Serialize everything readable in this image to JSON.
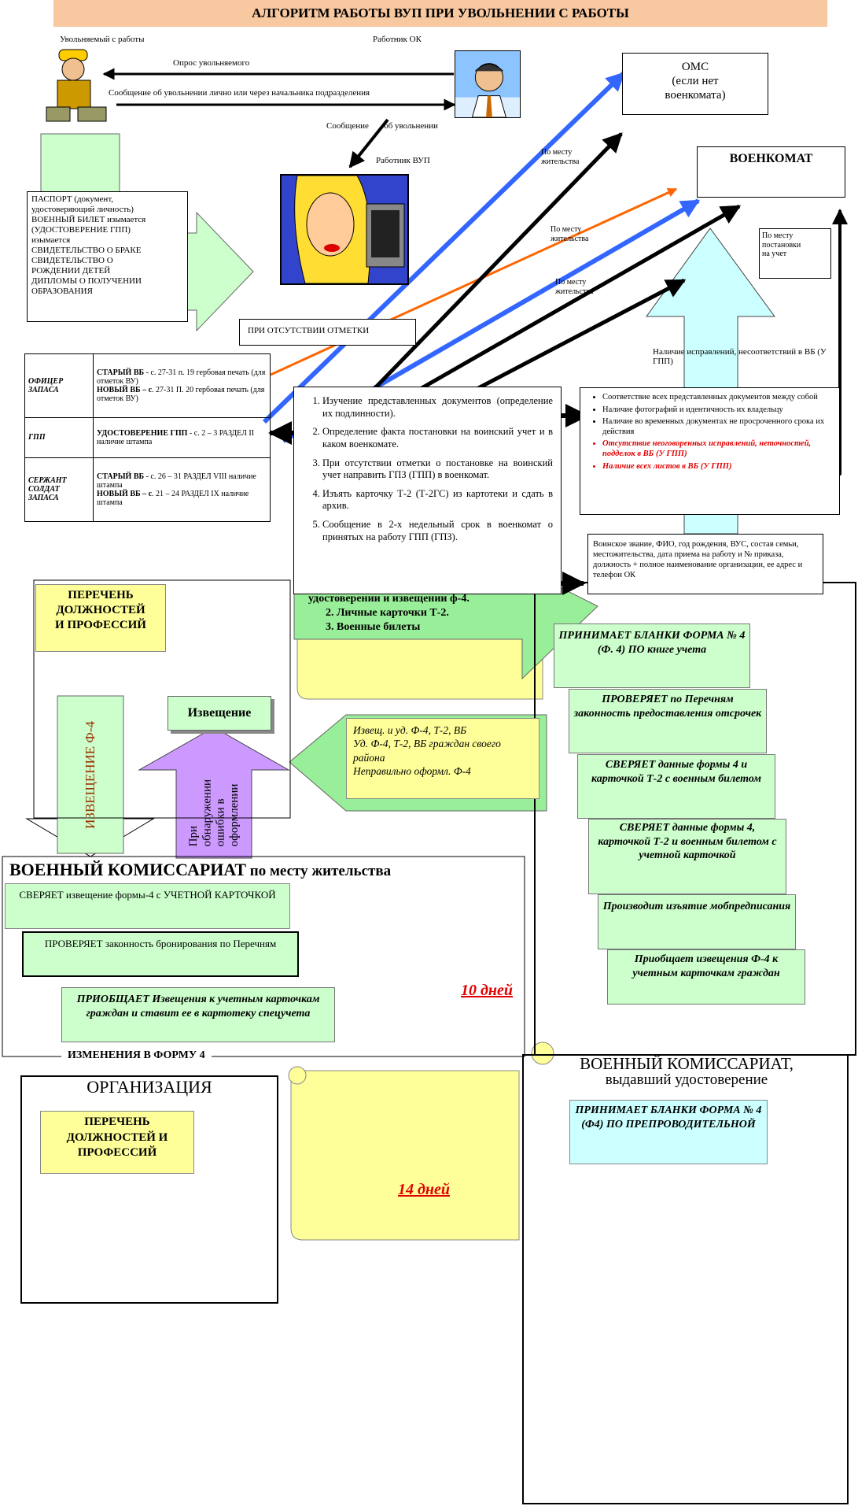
{
  "title": "АЛГОРИТМ РАБОТЫ  ВУП ПРИ УВОЛЬНЕНИИ С РАБОТЫ",
  "actors": {
    "dismissed": "Увольняемый с работы",
    "hr_worker": "Работник ОК",
    "vup_worker": "Работник ВУП"
  },
  "flows": {
    "survey": "Опрос увольняемого",
    "notice_dismissal": "Сообщение об увольнении лично или через начальника подразделения",
    "notice_to_vup": "Сообщение       об увольнении"
  },
  "destinations": {
    "oms": "ОМС\n(если нет\nвоенкомата)",
    "voenkomat": "ВОЕНКОМАТ",
    "by_residence_1": "По месту\nжительства",
    "by_residence_2": "По месту\nжительства",
    "by_residence_3": "По месту\nжительства",
    "by_registration": "По месту\nпостановки\nна учет"
  },
  "documents_box": "ПАСПОРТ (документ,\nудостоверяющий личность)\nВОЕННЫЙ БИЛЕТ изымается\n(УДОСТОВЕРЕНИЕ ГПП)\nизымается\nСВИДЕТЕЛЬСТВО О БРАКЕ\nСВИДЕТЕЛЬСТВО О\nРОЖДЕНИИ ДЕТЕЙ\nДИПЛОМЫ О ПОЛУЧЕНИИ\nОБРАЗОВАНИЯ",
  "no_mark": "ПРИ ОТСУТСТВИИ ОТМЕТКИ",
  "ranks": [
    {
      "cat": "ОФИЦЕР\nЗАПАСА",
      "b1": "СТАРЫЙ ВБ",
      "t1": "  - с. 27-31 п. 19 гербовая печать (для отметок ВУ)",
      "b2": "НОВЫЙ ВБ – с",
      "t2": ". 27-31 П. 20 гербовая печать (для отметок ВУ)"
    },
    {
      "cat": "ГПП",
      "b1": "УДОСТОВЕРЕНИЕ ГПП",
      "t1": " - с. 2 – 3 РАЗДЕЛ II наличие штампа",
      "b2": "",
      "t2": ""
    },
    {
      "cat": "СЕРЖАНТ\nСОЛДАТ\nЗАПАСА",
      "b1": "СТАРЫЙ ВБ",
      "t1": "  - с. 26 – 31 РАЗДЕЛ VIII наличие штампа",
      "b2": "НОВЫЙ ВБ – с",
      "t2": ". 21 – 24 РАЗДЕЛ IX  наличие штампа"
    }
  ],
  "steps": [
    "Изучение представленных документов (определение их подлинности).",
    "Определение факта постановки на воинский учет и в каком военкомате.",
    "При отсутствии отметки о постановке на воинский учет направить ГПЗ (ГПП) в военкомат.",
    "Изъять карточку Т-2 (Т-2ГС) из картотеки и сдать в архив.",
    "Сообщение в 2-х недельный срок в военкомат о принятых на работу ГПП (ГПЗ)."
  ],
  "corrections_label": "Наличие исправлений, несоответствий в ВБ (У ГПП)",
  "checks": [
    "Соответствие всех представленных документов между собой",
    "Наличие фотографий и идентичность их владельцу",
    "Наличие во временных документах не просроченного срока их действия"
  ],
  "checks_red": [
    "Отсутствие неоговоренных исправлений, неточностей, подделок в ВБ (У ГПП)",
    "Наличие всех листов в ВБ (У ГПП)"
  ],
  "info_box": "Воинское звание, ФИО, год рождения, ВУС, состав семьи, местожительства, дата приема на работу и № приказа, должность + полное наименование организации, ее адрес и телефон ОК",
  "list_prof_top": "ПЕРЕЧЕНЬ\nДОЛЖНОСТЕЙ\nИ ПРОФЕССИЙ",
  "sent_docs": {
    "line1": "удостоверении и извещении ф-4.",
    "line2": "2. Личные карточки Т-2.",
    "line3": "3. Военные билеты"
  },
  "notice": "Извещение",
  "notice_vertical": "ИЗВЕЩЕНИЕ Ф-4",
  "on_error": "При\nобнаружении\nошибки в\nоформлении",
  "errors_box": "Извещ. и уд. Ф-4, Т-2, ВБ\nУд. Ф-4, Т-2, ВБ граждан своего района\nНеправильно оформл. Ф-4",
  "right_steps": [
    "ПРИНИМАЕТ БЛАНКИ ФОРМА № 4 (Ф. 4)      ПО книге учета",
    "ПРОВЕРЯЕТ по Перечням законность предоставления отсрочек",
    "СВЕРЯЕТ данные формы 4 и карточкой Т-2 с военным билетом",
    "СВЕРЯЕТ данные формы 4, карточкой Т-2 и военным билетом с учетной карточкой",
    "Производит изъятие мобпредписания",
    "Приобщает извещения Ф-4 к учетным карточкам граждан"
  ],
  "vk_residence": {
    "title_a": "ВОЕННЫЙ КОМИССАРИАТ",
    "title_b": " по месту жительства",
    "s1": "СВЕРЯЕТ извещение формы-4 с  УЧЕТНОЙ КАРТОЧКОЙ",
    "s2": "ПРОВЕРЯЕТ законность бронирования по Перечням",
    "s3": "ПРИОБЩАЕТ  Извещения к учетным карточкам граждан и ставит ее в картотеку спецучета"
  },
  "days10": "10 дней",
  "changes": "ИЗМЕНЕНИЯ В ФОРМУ 4",
  "org": "ОРГАНИЗАЦИЯ",
  "list_prof_bottom": "ПЕРЕЧЕНЬ\nДОЛЖНОСТЕЙ И\nПРОФЕССИЙ",
  "days14": "14 дней",
  "vk_issued": {
    "title_a": "ВОЕННЫЙ КОМИССАРИАТ,",
    "title_b": "выдавший удостоверение",
    "step": "ПРИНИМАЕТ БЛАНКИ ФОРМА № 4 (Ф4) ПО ПРЕПРОВОДИТЕЛЬНОЙ"
  },
  "colors": {
    "title_bg": "#f8c8a0",
    "light_green": "#ccffcc",
    "green_arrow": "#99ee99",
    "lavender": "#cc99ff",
    "light_cyan": "#ccffff",
    "yellow": "#ffff99",
    "blue_arrow": "#3366ff",
    "orange_arrow": "#ff6600",
    "red_text": "#e00000"
  }
}
